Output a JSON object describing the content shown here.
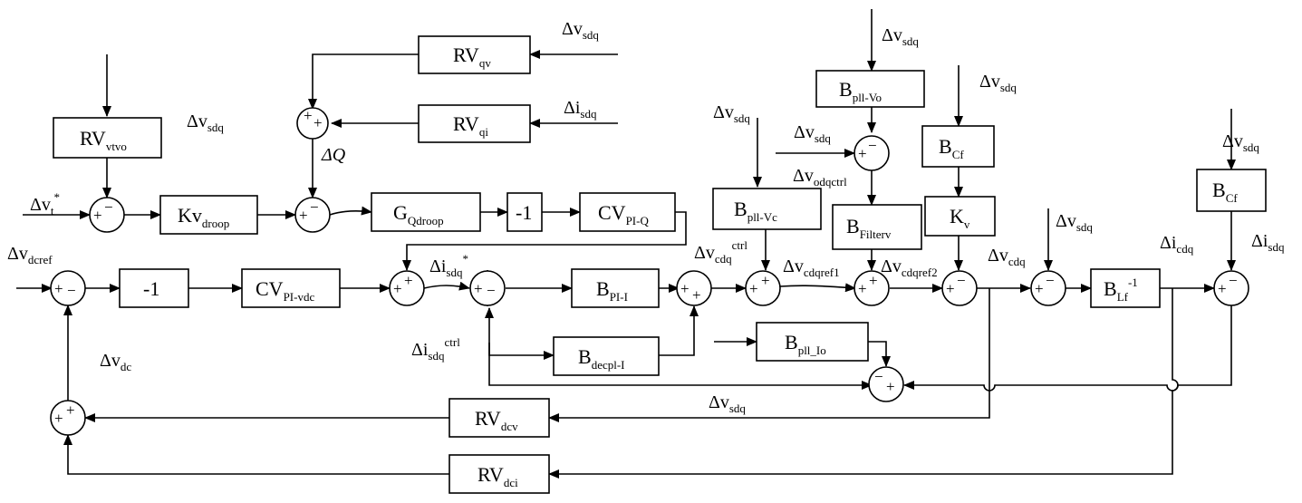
{
  "blocks": {
    "rv_qv": {
      "main": "RV",
      "sub": "qv"
    },
    "rv_qi": {
      "main": "RV",
      "sub": "qi"
    },
    "rv_vtvo": {
      "main": "RV",
      "sub": "vtvo"
    },
    "kv_droop": {
      "main": "Kv",
      "sub": "droop"
    },
    "g_qdroop": {
      "main": "G",
      "sub": "Qdroop"
    },
    "gain_q": {
      "main": "-1"
    },
    "cv_pi_q": {
      "main": "CV",
      "sub": "PI-Q"
    },
    "gain_dc": {
      "main": "-1"
    },
    "cv_pi_vdc": {
      "main": "CV",
      "sub": "PI-vdc"
    },
    "b_pi_i": {
      "main": "B",
      "sub": "PI-I"
    },
    "b_decpl_i": {
      "main": "B",
      "sub": "decpl-I"
    },
    "b_pll_vc": {
      "main": "B",
      "sub": "pll-Vc"
    },
    "b_pll_vo": {
      "main": "B",
      "sub": "pll-Vo"
    },
    "b_filterv": {
      "main": "B",
      "sub": "Filterv"
    },
    "b_cf_1": {
      "main": "B",
      "sub": "Cf"
    },
    "k_v": {
      "main": "K",
      "sub": "v"
    },
    "b_cf_2": {
      "main": "B",
      "sub": "Cf"
    },
    "b_lf_inv": {
      "main": "B",
      "sub": "Lf",
      "sup": "-1"
    },
    "b_pll_io": {
      "main": "B",
      "sub": "pll_Io"
    },
    "rv_dcv": {
      "main": "RV",
      "sub": "dcv"
    },
    "rv_dci": {
      "main": "RV",
      "sub": "dci"
    }
  },
  "labels": {
    "dv_sdq_1": {
      "main": "Δv",
      "sub": "sdq"
    },
    "di_sdq_1": {
      "main": "Δi",
      "sub": "sdq"
    },
    "dv_sdq_2": {
      "main": "Δv",
      "sub": "sdq"
    },
    "dv_sdq_3": {
      "main": "Δv",
      "sub": "sdq"
    },
    "dv_sdq_4": {
      "main": "Δv",
      "sub": "sdq"
    },
    "dv_sdq_5": {
      "main": "Δv",
      "sub": "sdq"
    },
    "dv_sdq_6": {
      "main": "Δv",
      "sub": "sdq"
    },
    "dv_sdq_7": {
      "main": "Δv",
      "sub": "sdq"
    },
    "dv_sdq_8": {
      "main": "Δv",
      "sub": "sdq"
    },
    "dv_sdq_9": {
      "main": "Δv",
      "sub": "sdq"
    },
    "dv_sdq_10": {
      "main": "Δv",
      "sub": "sdq"
    },
    "dQ": {
      "main": "ΔQ"
    },
    "dvt_star": {
      "main": "Δv",
      "sub": "t",
      "sup": "*"
    },
    "dv_dcref": {
      "main": "Δv",
      "sub": "dcref"
    },
    "di_sdq_star": {
      "main": "Δi",
      "sub": "sdq",
      "sup": "*"
    },
    "dv_cdq_ctrl": {
      "main": "Δv",
      "sub": "cdq",
      "sup": "ctrl"
    },
    "dv_cdqref1": {
      "main": "Δv",
      "sub": "cdqref1"
    },
    "dv_cdqref2": {
      "main": "Δv",
      "sub": "cdqref2"
    },
    "dv_odqctrl": {
      "main": "Δv",
      "sub": "odqctrl"
    },
    "dv_cdq": {
      "main": "Δv",
      "sub": "cdq"
    },
    "di_cdq": {
      "main": "Δi",
      "sub": "cdq"
    },
    "di_sdq_r": {
      "main": "Δi",
      "sub": "sdq"
    },
    "di_sdq_ctrl": {
      "main": "Δi",
      "sub": "sdq",
      "sup": "ctrl"
    },
    "dv_dc": {
      "main": "Δv",
      "sub": "dc"
    }
  },
  "signs": {
    "plus": "+",
    "minus": "−"
  }
}
